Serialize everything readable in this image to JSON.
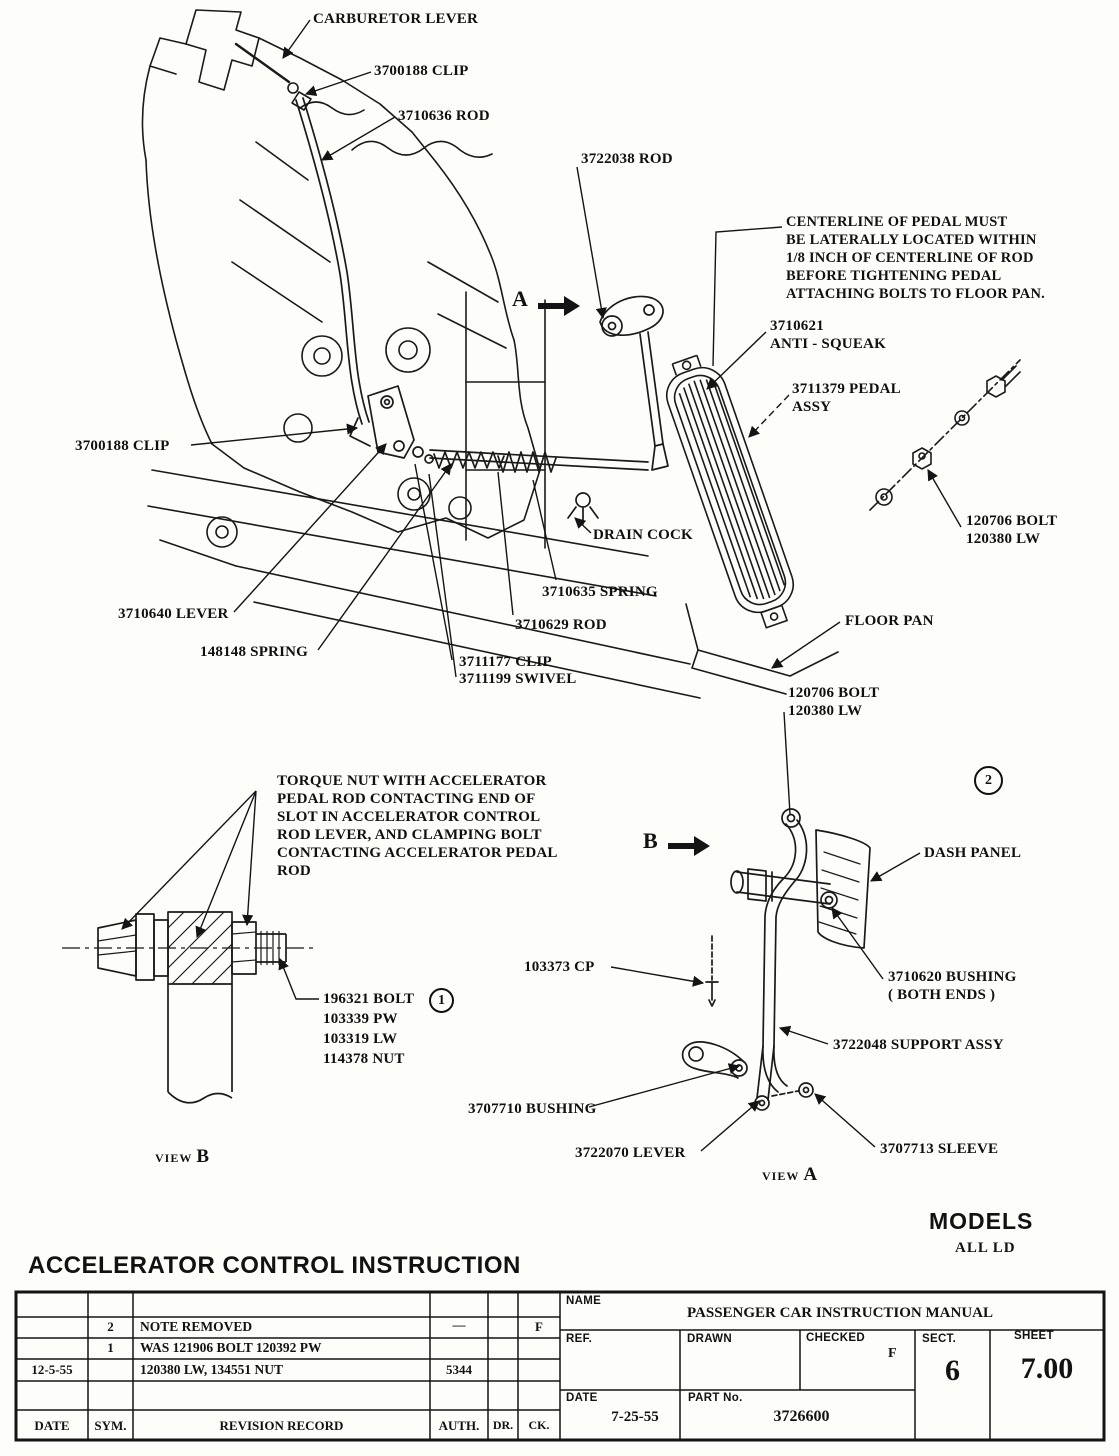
{
  "doc": {
    "title": "ACCELERATOR CONTROL INSTRUCTION",
    "models_label": "MODELS",
    "models_value": "ALL LD"
  },
  "views": {
    "view_word": "VIEW",
    "a_letter": "A",
    "b_letter": "B"
  },
  "markers": {
    "a": "A",
    "b": "B",
    "circle_1": "1",
    "circle_2": "2"
  },
  "callouts": {
    "carburetor_lever": "CARBURETOR LEVER",
    "clip_3700188_top": "3700188 CLIP",
    "rod_3710636": "3710636 ROD",
    "rod_3722038": "3722038 ROD",
    "centerline_note": "CENTERLINE OF PEDAL MUST\nBE LATERALLY LOCATED WITHIN\n1/8 INCH OF CENTERLINE OF ROD\nBEFORE TIGHTENING PEDAL\nATTACHING BOLTS TO FLOOR PAN.",
    "anti_squeak_3710621": "3710621\nANTI - SQUEAK",
    "pedal_assy_3711379": "3711379 PEDAL\nASSY",
    "clip_3700188_left": "3700188 CLIP",
    "drain_cock": "DRAIN COCK",
    "bolt_120706_upper": "120706 BOLT\n120380 LW",
    "spring_3710635": "3710635 SPRING",
    "lever_3710640": "3710640 LEVER",
    "rod_3710629": "3710629 ROD",
    "floor_pan": "FLOOR PAN",
    "spring_148148": "148148 SPRING",
    "clip_3711177": "3711177 CLIP",
    "swivel_3711199": "3711199 SWIVEL",
    "bolt_120706_lower": "120706 BOLT\n120380 LW",
    "torque_note": "TORQUE NUT WITH ACCELERATOR\nPEDAL ROD CONTACTING END OF\nSLOT IN ACCELERATOR CONTROL\nROD LEVER, AND CLAMPING BOLT\nCONTACTING ACCELERATOR PEDAL\nROD",
    "dash_panel": "DASH PANEL",
    "cp_103373": "103373 CP",
    "bolt_196321": "196321 BOLT",
    "pw_103339": "103339 PW",
    "lw_103319": "103319 LW",
    "nut_114378": "114378 NUT",
    "bushing_3710620": "3710620 BUSHING\n( BOTH ENDS )",
    "support_assy_3722048": "3722048 SUPPORT ASSY",
    "bushing_3707710": "3707710 BUSHING",
    "lever_3722070": "3722070 LEVER",
    "sleeve_3707713": "3707713 SLEEVE"
  },
  "title_block": {
    "name_label": "NAME",
    "name_value": "PASSENGER CAR INSTRUCTION MANUAL",
    "ref_label": "REF.",
    "drawn_label": "DRAWN",
    "checked_label": "CHECKED",
    "checked_value": "F",
    "sect_label": "SECT.",
    "sect_value": "6",
    "sheet_label": "SHEET",
    "sheet_value": "7.00",
    "date_label": "DATE",
    "date_value": "7-25-55",
    "part_label": "PART No.",
    "part_value": "3726600",
    "col_date": "DATE",
    "col_sym": "SYM.",
    "col_revision": "REVISION RECORD",
    "col_auth": "AUTH.",
    "col_dr": "DR.",
    "col_ck": "CK.",
    "rev2_sym": "2",
    "rev2_text": "NOTE REMOVED",
    "rev2_auth": "—",
    "rev2_ck": "F",
    "rev1_sym": "1",
    "rev1_text": "WAS 121906 BOLT 120392 PW",
    "rev0_date": "12-5-55",
    "rev0_text": "120380 LW,  134551 NUT",
    "rev0_auth": "5344"
  }
}
